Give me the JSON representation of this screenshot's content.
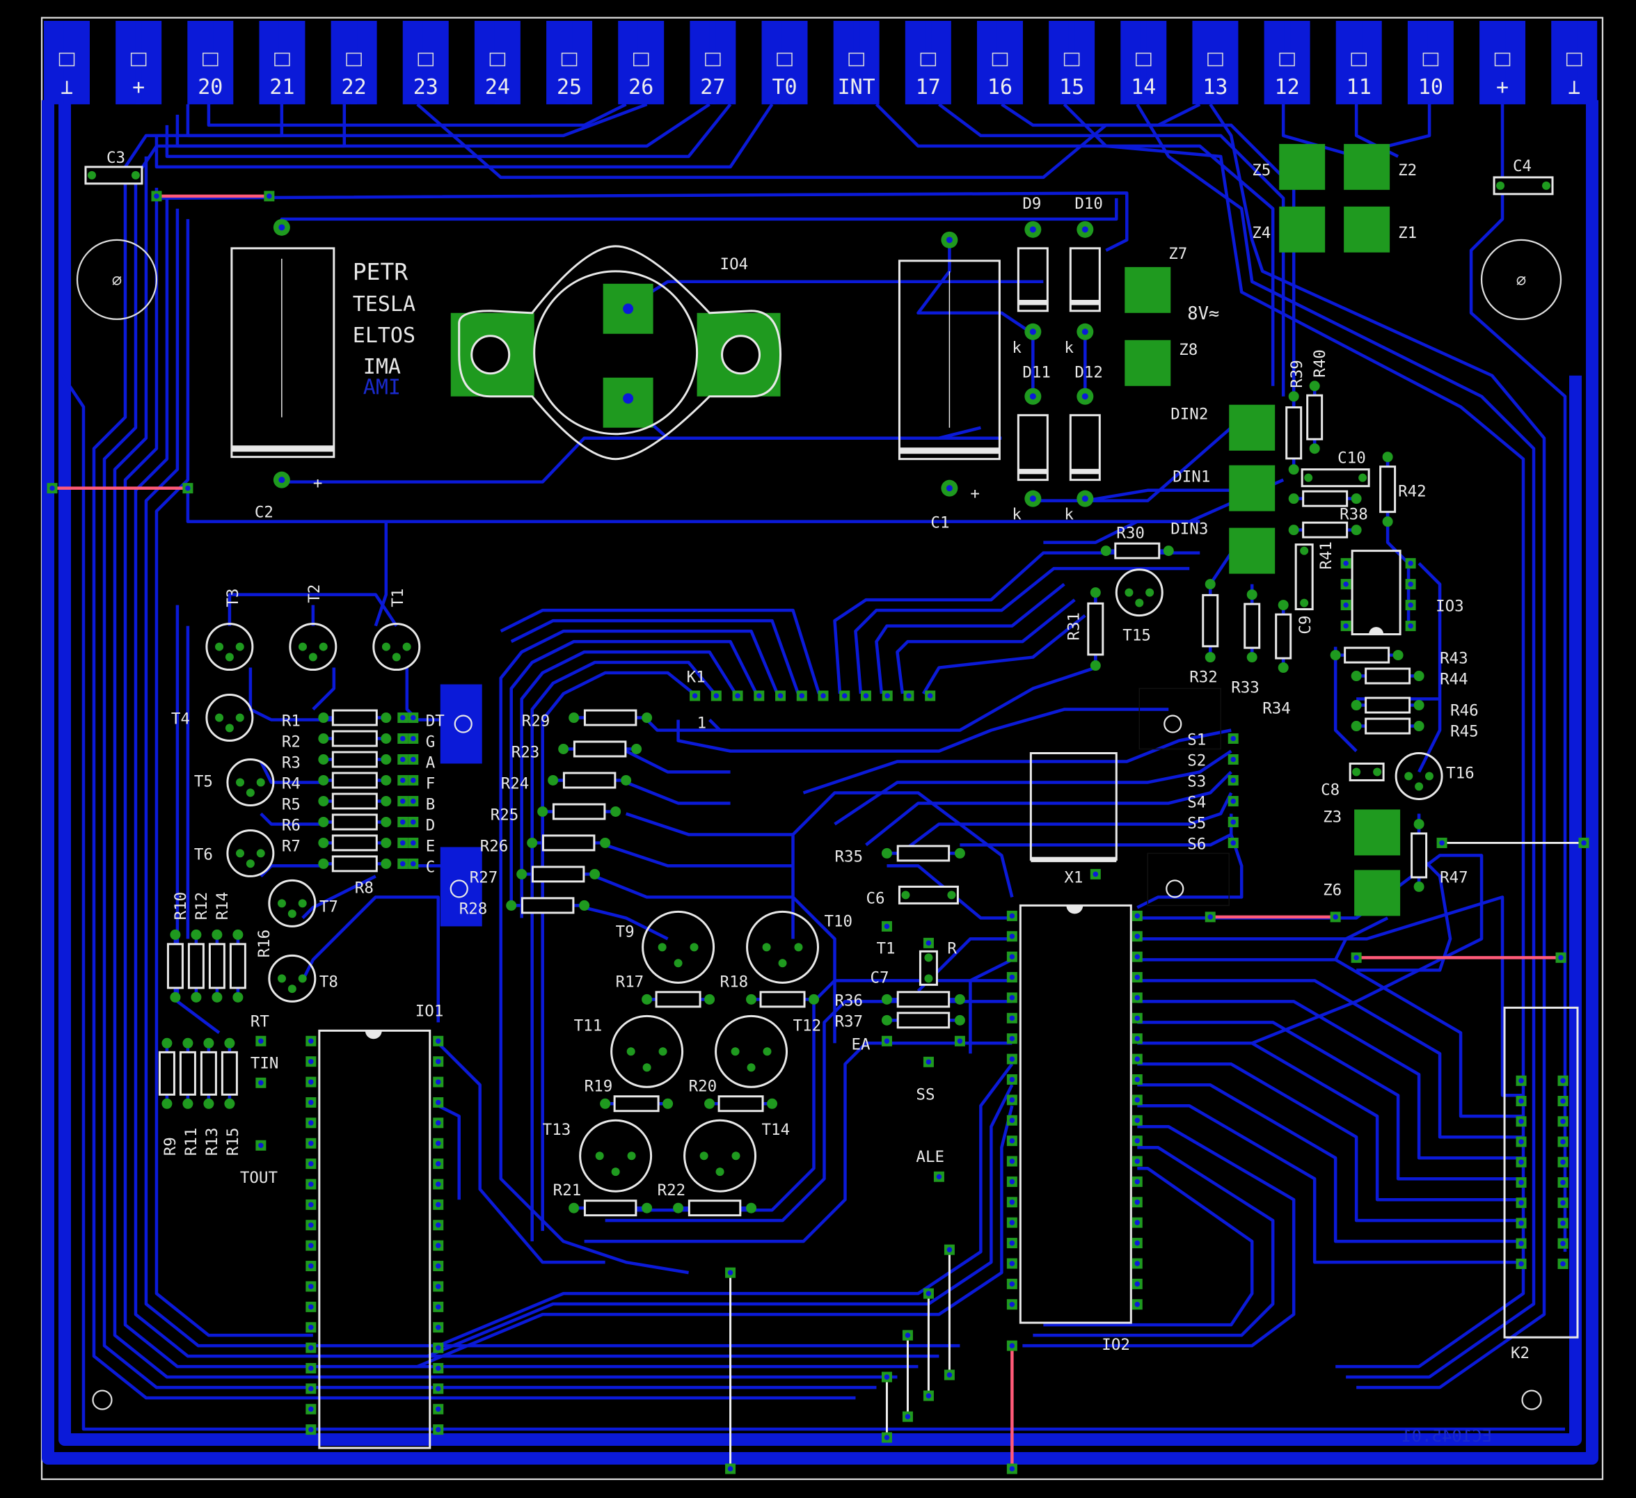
{
  "colors": {
    "background": "#000000",
    "trace": "#0b1ad8",
    "trace_dark": "#0a14a8",
    "pad": "#1f9a1f",
    "silk": "#e8e8e8",
    "top_trace": "#ff5a78",
    "outline": "#dddddd"
  },
  "connector_labels": [
    "⊥",
    "+",
    "20",
    "21",
    "22",
    "23",
    "24",
    "25",
    "26",
    "27",
    "T0",
    "INT",
    "17",
    "16",
    "15",
    "14",
    "13",
    "12",
    "11",
    "10",
    "+",
    "⊥"
  ],
  "silk": {
    "c3": "C3",
    "c4": "C4",
    "c2": "C2",
    "c1": "C1",
    "petr": "PETR",
    "tesla": "TESLA",
    "eltos": "ELTOS",
    "ima": "IMA",
    "ima_mirror": "AMI",
    "io4": "IO4",
    "d9": "D9",
    "d10": "D10",
    "d11": "D11",
    "d12": "D12",
    "k": "k",
    "plus": "+",
    "z1": "Z1",
    "z2": "Z2",
    "z3": "Z3",
    "z4": "Z4",
    "z5": "Z5",
    "z6": "Z6",
    "z7": "Z7",
    "z8": "Z8",
    "v8": "8V≈",
    "din1": "DIN1",
    "din2": "DIN2",
    "din3": "DIN3",
    "r30": "R30",
    "r31": "R31",
    "r32": "R32",
    "r33": "R33",
    "r34": "R34",
    "r38": "R38",
    "r39": "R39",
    "r40": "R40",
    "r41": "R41",
    "r42": "R42",
    "r43": "R43",
    "r44": "R44",
    "r45": "R45",
    "r46": "R46",
    "r47": "R47",
    "c8": "C8",
    "c9": "C9",
    "c10": "C10",
    "t15": "T15",
    "t16": "T16",
    "io3": "IO3",
    "k1": "K1",
    "k1_pin": "1",
    "t1": "T1",
    "t2": "T2",
    "t3": "T3",
    "t4": "T4",
    "t5": "T5",
    "t6": "T6",
    "t7": "T7",
    "t8": "T8",
    "r1": "R1",
    "r2": "R2",
    "r3": "R3",
    "r4": "R4",
    "r5": "R5",
    "r6": "R6",
    "r7": "R7",
    "r8": "R8",
    "seg_dt": "DT",
    "seg_g": "G",
    "seg_a": "A",
    "seg_f": "F",
    "seg_b": "B",
    "seg_d": "D",
    "seg_e": "E",
    "seg_c": "C",
    "r9": "R9",
    "r10": "R10",
    "r11": "R11",
    "r12": "R12",
    "r13": "R13",
    "r14": "R14",
    "r15": "R15",
    "r16": "R16",
    "rt": "RT",
    "tin": "TIN",
    "tout": "TOUT",
    "io1": "IO1",
    "r23": "R23",
    "r24": "R24",
    "r25": "R25",
    "r26": "R26",
    "r27": "R27",
    "r28": "R28",
    "r29": "R29",
    "t9": "T9",
    "t10": "T10",
    "t11": "T11",
    "t12": "T12",
    "t13": "T13",
    "t14": "T14",
    "r17": "R17",
    "r18": "R18",
    "r19": "R19",
    "r20": "R20",
    "r21": "R21",
    "r22": "R22",
    "r35": "R35",
    "c6": "C6",
    "c7": "C7",
    "r36": "R36",
    "r37": "R37",
    "t1b": "T1",
    "r_sw": "R",
    "ea": "EA",
    "ss": "SS",
    "ale": "ALE",
    "x1": "X1",
    "io2": "IO2",
    "s1": "S1",
    "s2": "S2",
    "s3": "S3",
    "s4": "S4",
    "s5": "S5",
    "s6": "S6",
    "k2": "K2",
    "board_id": "EC1045.01"
  },
  "mounting_hole_symbol": "∅"
}
